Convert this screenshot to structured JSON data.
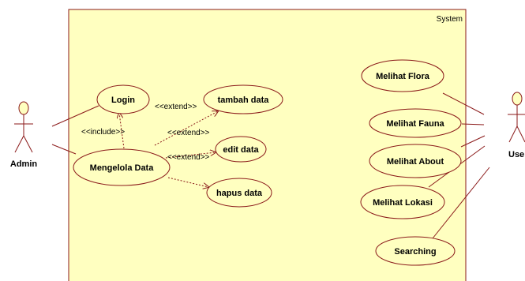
{
  "system": {
    "label": "System"
  },
  "actors": {
    "admin": "Admin",
    "user": "Use"
  },
  "use_cases": {
    "login": "Login",
    "mengelola_data": "Mengelola Data",
    "tambah_data": "tambah data",
    "edit_data": "edit data",
    "hapus_data": "hapus data",
    "melihat_flora": "Melihat Flora",
    "melihat_fauna": "Melihat Fauna",
    "melihat_about": "Melihat About",
    "melihat_lokasi": "Melihat Lokasi",
    "searching": "Searching"
  },
  "relations": {
    "include": "<<include>>",
    "extend_tambah": "<<extend>>",
    "extend_edit": "<<extend>>",
    "extend_hapus": "<<extend>>"
  },
  "colors": {
    "system_fill": "#ffffc0",
    "usecase_fill": "#ffffc0",
    "line": "#8b1a1a",
    "actor_fill": "#ffffc0"
  }
}
